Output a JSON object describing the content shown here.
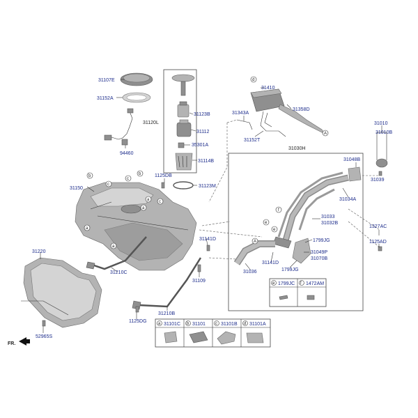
{
  "parts": {
    "p31107E": "31107E",
    "p31152A": "31152A",
    "p94460": "94460",
    "p31150": "31150",
    "p31120L": "31120L",
    "p31123B": "31123B",
    "p31112": "31112",
    "p35301A": "35301A",
    "p31114B": "31114B",
    "p1125DB": "1125DB",
    "p31123M": "31123M",
    "p31410": "31410",
    "p31343A": "31343A",
    "p31358D": "31358D",
    "p31152T": "31152T",
    "p31030H": "31030H",
    "p31010": "31010",
    "p31010B": "31010B",
    "p31048B": "31048B",
    "p31039": "31039",
    "p31034A": "31034A",
    "p31033": "31033",
    "p31032B": "31032B",
    "p1327AC": "1327AC",
    "p1125AD": "1125AD",
    "p1799JG_a": "1799JG",
    "p31049P": "31049P",
    "p31070B": "31070B",
    "p1799JG_b": "1799JG",
    "p31141D_a": "31141D",
    "p31141D_b": "31141D",
    "p31036": "31036",
    "p31109": "31109",
    "p31210C": "31210C",
    "p31210B": "31210B",
    "p1125DG": "1125DG",
    "p31220": "31220",
    "p52965S": "52965S"
  },
  "legend_top": [
    {
      "letter": "e",
      "part": "1799JC"
    },
    {
      "letter": "f",
      "part": "1472AM"
    }
  ],
  "legend_bottom": [
    {
      "letter": "a",
      "part": "31101C"
    },
    {
      "letter": "b",
      "part": "31101"
    },
    {
      "letter": "c",
      "part": "31101B"
    },
    {
      "letter": "d",
      "part": "31101A"
    }
  ],
  "callouts": {
    "a": "a",
    "b": "b",
    "c": "c",
    "d": "d",
    "e": "e",
    "f": "f",
    "A": "A"
  },
  "front_label": "FR."
}
